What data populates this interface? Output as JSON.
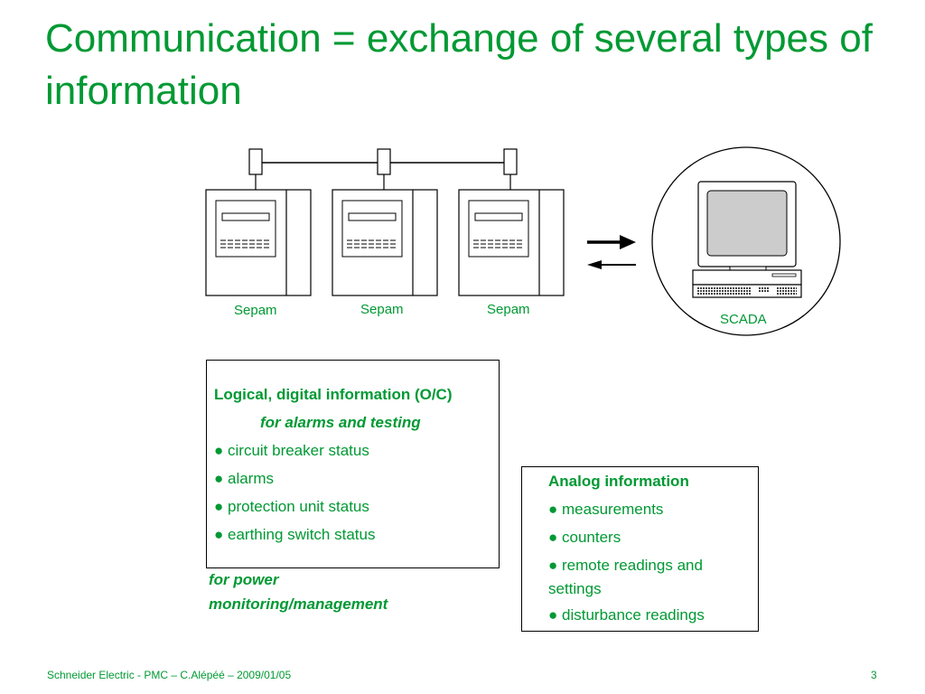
{
  "slide": {
    "title": "Communication = exchange of several types of information"
  },
  "diagram": {
    "sepam_labels": [
      "Sepam",
      "Sepam",
      "Sepam"
    ],
    "scada_label": "SCADA"
  },
  "digital_box": {
    "heading": "Logical, digital information (O/C)",
    "subheading": "for alarms and testing",
    "items": [
      "circuit breaker status",
      "alarms",
      "protection unit status",
      "earthing switch status"
    ]
  },
  "analog_box": {
    "caption": "for power monitoring/management",
    "heading": "Analog information",
    "items": [
      "measurements",
      "counters",
      "remote readings and settings",
      "disturbance readings"
    ]
  },
  "footer": {
    "text": "Schneider Electric - PMC – C.Alépéé – 2009/01/05",
    "page_number": "3"
  },
  "colors": {
    "accent": "#009933",
    "line": "#000000",
    "screen": "#cccccc"
  }
}
